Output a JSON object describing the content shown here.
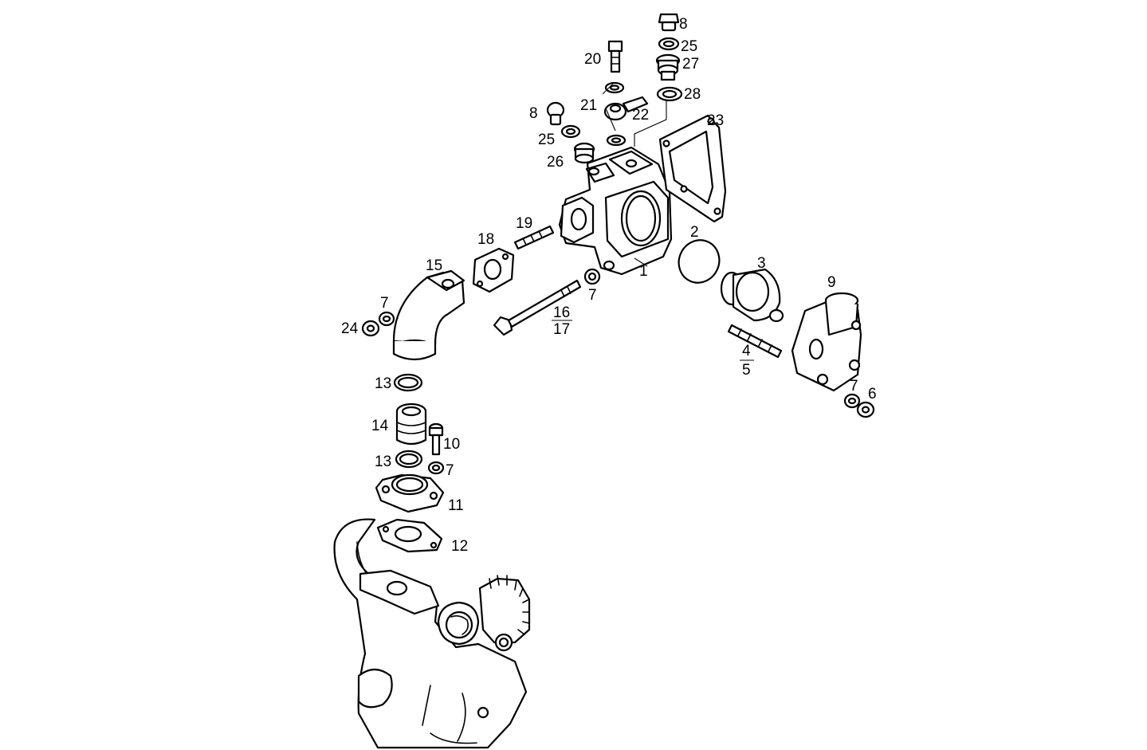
{
  "labels": {
    "p1": "1",
    "p2": "2",
    "p3": "3",
    "p4": "4",
    "p5": "5",
    "p6": "6",
    "p7a": "7",
    "p7b": "7",
    "p7c": "7",
    "p7d": "7",
    "p8a": "8",
    "p8b": "8",
    "p9": "9",
    "p10": "10",
    "p11": "11",
    "p12": "12",
    "p13a": "13",
    "p13b": "13",
    "p14": "14",
    "p15": "15",
    "p16": "16",
    "p17": "17",
    "p18": "18",
    "p19": "19",
    "p20": "20",
    "p21": "21",
    "p22": "22",
    "p23": "23",
    "p24": "24",
    "p25a": "25",
    "p25b": "25",
    "p26": "26",
    "p27": "27",
    "p28": "28"
  }
}
